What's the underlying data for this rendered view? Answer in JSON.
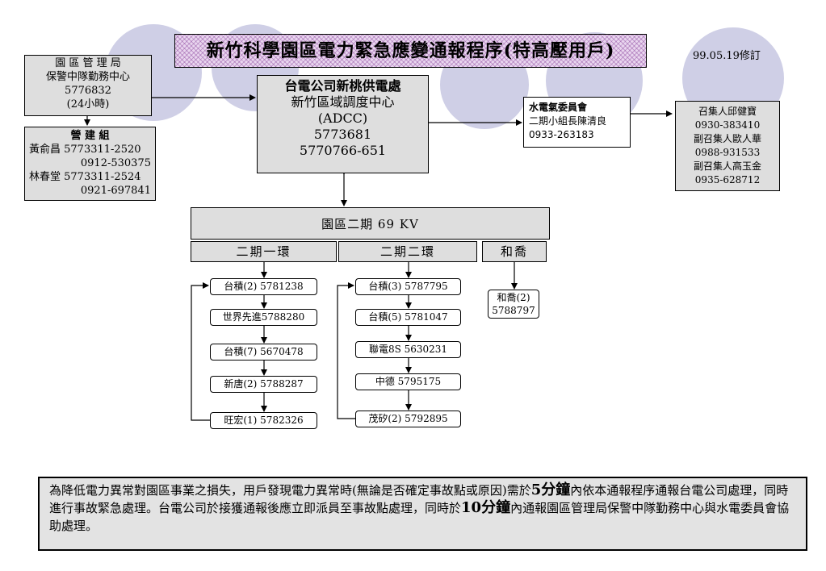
{
  "title": "新竹科學園區電力緊急應變通報程序(特高壓用戶)",
  "revision": "99.05.19修訂",
  "admin_bureau": {
    "lines": [
      "園 區 管 理 局",
      "保警中隊勤務中心",
      "5776832",
      "(24小時)"
    ]
  },
  "construction": {
    "title": "營 建 組",
    "lines": [
      "黃俞昌 5773311-2520",
      "0912-530375",
      "林春堂 5773311-2524",
      "0921-697841"
    ]
  },
  "taipower": {
    "name": "台電公司新桃供電處",
    "dept": "新竹區域調度中心",
    "abbr": "(ADCC)",
    "phone1": "5773681",
    "phone2": "5770766-651"
  },
  "committee": {
    "title": "水電氣委員會",
    "leader": "二期小組長陳清良",
    "phone": "0933-263183"
  },
  "conveners": {
    "lines": [
      "召集人邱健寶",
      "0930-383410",
      "副召集人歐人華",
      "0988-931533",
      "副召集人高玉金",
      "0935-628712"
    ]
  },
  "phase2": {
    "label": "園區二期 69 KV"
  },
  "ring1": {
    "label": "二期一環",
    "items": [
      "台積(2) 5781238",
      "世界先進5788280",
      "台積(7)  5670478",
      "新唐(2)  5788287",
      "旺宏(1)  5782326"
    ]
  },
  "ring2": {
    "label": "二期二環",
    "items": [
      "台積(3) 5787795",
      "台積(5) 5781047",
      "聯電8S  5630231",
      "中德 5795175",
      "茂矽(2) 5792895"
    ]
  },
  "heqiao": {
    "label": "和喬",
    "items": [
      "和喬(2)",
      "5788797"
    ]
  },
  "notice": {
    "part1": "為降低電力異常對園區事業之損失，用戶發現電力異常時(無論是否確定事故點或原因)需於",
    "bold1": "5分鐘",
    "part2": "內依本通報程序通報台電公司處理，同時進行事故緊急處理。台電公司於接獲通報後應立即派員至事故點處理，同時於",
    "bold2": "10分鐘",
    "part3": "內通報園區管理局保警中隊勤務中心與水電委員會協助處理。"
  },
  "colors": {
    "circle": "#cfcfe6",
    "title_bg": "#e9d6ef",
    "gray_box": "#dedede",
    "notice_bg": "#e3e3e3"
  }
}
